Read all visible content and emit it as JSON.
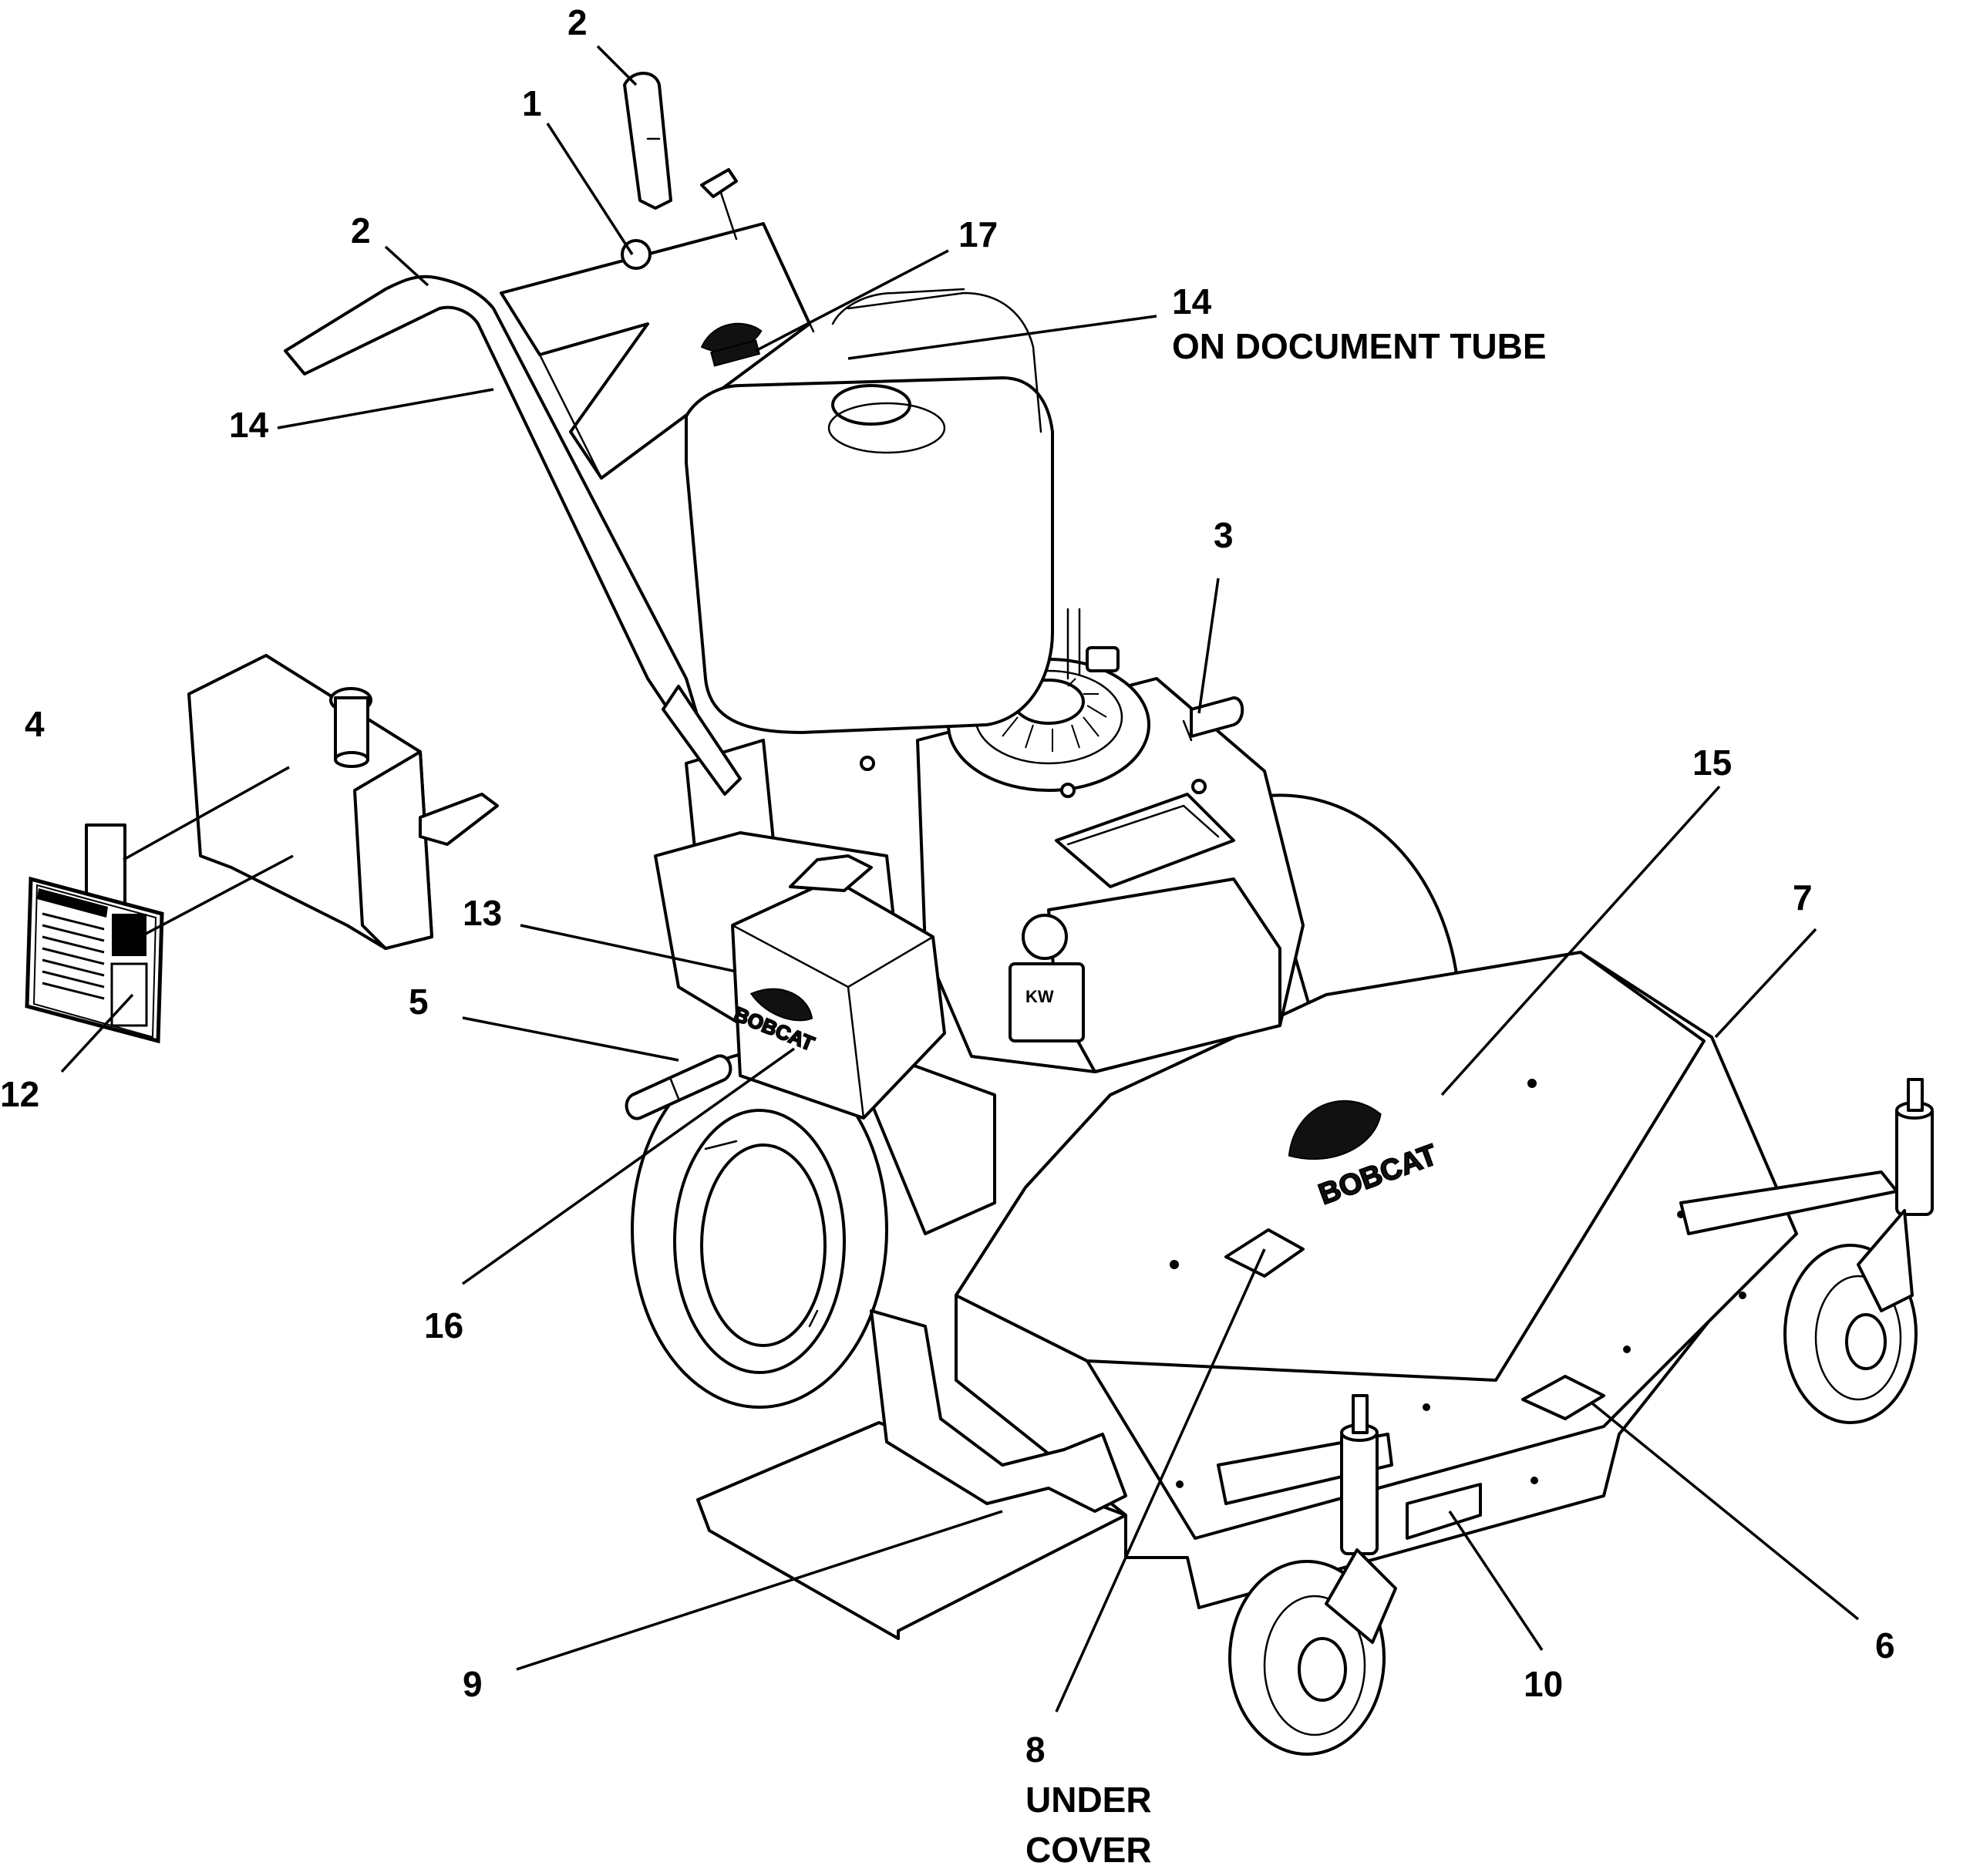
{
  "callouts": [
    {
      "id": "c1",
      "num": "1"
    },
    {
      "id": "c2a",
      "num": "2"
    },
    {
      "id": "c2b",
      "num": "2"
    },
    {
      "id": "c3",
      "num": "3"
    },
    {
      "id": "c4",
      "num": "4"
    },
    {
      "id": "c5",
      "num": "5"
    },
    {
      "id": "c6",
      "num": "6"
    },
    {
      "id": "c7",
      "num": "7"
    },
    {
      "id": "c8",
      "num": "8",
      "note": [
        "UNDER",
        "COVER"
      ]
    },
    {
      "id": "c9",
      "num": "9"
    },
    {
      "id": "c10",
      "num": "10"
    },
    {
      "id": "c12",
      "num": "12"
    },
    {
      "id": "c13",
      "num": "13"
    },
    {
      "id": "c14a",
      "num": "14"
    },
    {
      "id": "c14b",
      "num": "14",
      "note": [
        "ON DOCUMENT TUBE"
      ]
    },
    {
      "id": "c15",
      "num": "15"
    },
    {
      "id": "c16",
      "num": "16"
    },
    {
      "id": "c17",
      "num": "17"
    }
  ],
  "decal_brand": "BOBCAT"
}
